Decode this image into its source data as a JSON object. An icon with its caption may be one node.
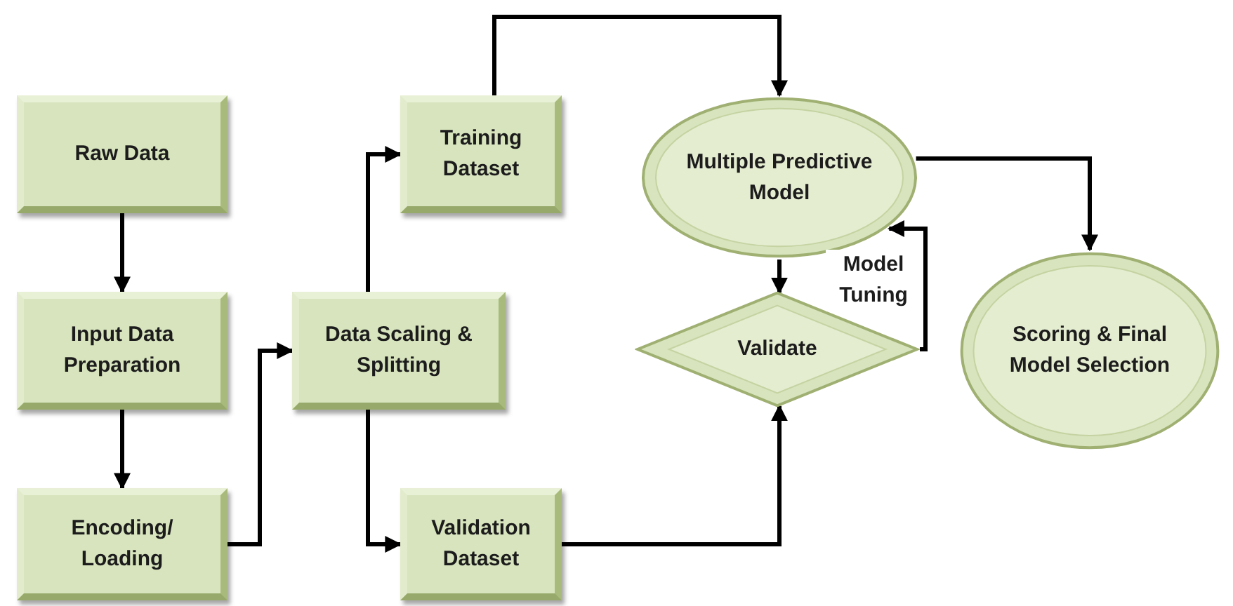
{
  "diagram": {
    "nodes": [
      {
        "text": [
          "Raw Data"
        ]
      },
      {
        "text": [
          "Input Data Preparation"
        ]
      },
      {
        "text": [
          "Encoding/ Loading"
        ]
      },
      {
        "text": [
          "Data Scaling & Splitting"
        ]
      },
      {
        "text": [
          "Training Dataset"
        ]
      },
      {
        "text": [
          "Validation Dataset"
        ]
      },
      {
        "text": [
          "Multiple Predictive Model"
        ]
      },
      {
        "text": [
          "Validate"
        ]
      },
      {
        "text": [
          "Scoring & Final Model Selection"
        ]
      }
    ],
    "edges": [
      {
        "from": 0,
        "to": 1,
        "arrow": "to"
      },
      {
        "from": 1,
        "to": 2,
        "arrow": "to"
      },
      {
        "from": 2,
        "to": 3,
        "arrow": "to"
      },
      {
        "from": 3,
        "to": 4,
        "arrow": "to"
      },
      {
        "from": 3,
        "to": 5,
        "arrow": "to"
      },
      {
        "from": 4,
        "to": 6,
        "arrow": "to"
      },
      {
        "from": 5,
        "to": 7,
        "arrow": "to"
      },
      {
        "from": 6,
        "to": 7,
        "arrow": "to"
      },
      {
        "from": 7,
        "to": 6,
        "arrow": "to",
        "label": "Model Tuning"
      },
      {
        "from": 6,
        "to": 8,
        "arrow": "to"
      }
    ]
  }
}
